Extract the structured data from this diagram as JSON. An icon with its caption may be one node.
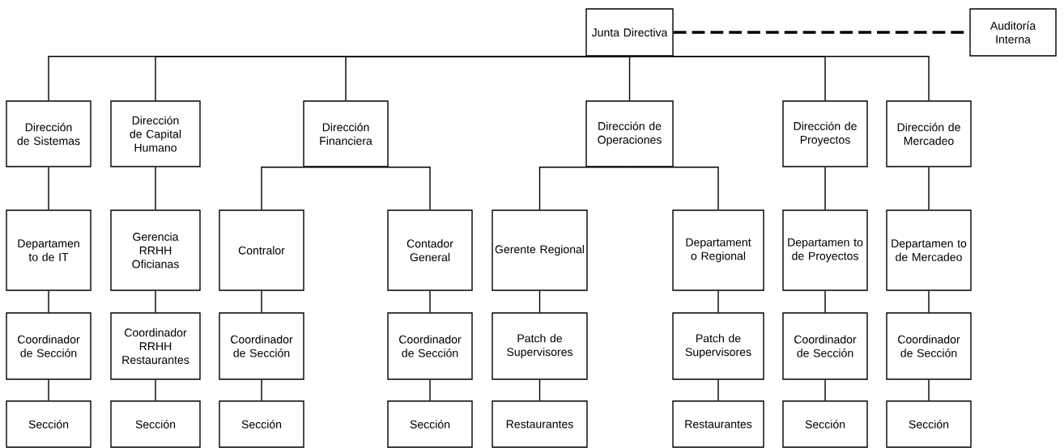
{
  "diagram": {
    "nodes": [
      {
        "text": [
          "Junta Directiva"
        ]
      },
      {
        "text": [
          "Auditoría Interna"
        ]
      },
      {
        "text": [
          "Dirección de Sistemas"
        ]
      },
      {
        "text": [
          "Dirección de Capital Humano"
        ]
      },
      {
        "text": [
          "Dirección Financiera"
        ]
      },
      {
        "text": [
          "Dirección de Operaciones"
        ]
      },
      {
        "text": [
          "Dirección de Proyectos"
        ]
      },
      {
        "text": [
          "Dirección de Mercadeo"
        ]
      },
      {
        "text": [
          "Departamen to de IT"
        ]
      },
      {
        "text": [
          "Gerencia RRHH Oficianas"
        ]
      },
      {
        "text": [
          "Contralor"
        ]
      },
      {
        "text": [
          "Contador General"
        ]
      },
      {
        "text": [
          "Gerente Regional"
        ]
      },
      {
        "text": [
          "Departament o Regional"
        ]
      },
      {
        "text": [
          "Departamen to de Proyectos"
        ]
      },
      {
        "text": [
          "Departamen to de Mercadeo"
        ]
      },
      {
        "text": [
          "Coordinador de Sección"
        ]
      },
      {
        "text": [
          "Coordinador RRHH Restaurantes"
        ]
      },
      {
        "text": [
          "Coordinador de Sección"
        ]
      },
      {
        "text": [
          "Coordinador de Sección"
        ]
      },
      {
        "text": [
          "Patch de Supervisores"
        ]
      },
      {
        "text": [
          "Patch de Supervisores"
        ]
      },
      {
        "text": [
          "Coordinador de Sección"
        ]
      },
      {
        "text": [
          "Coordinador de Sección"
        ]
      },
      {
        "text": [
          "Sección"
        ]
      },
      {
        "text": [
          "Sección"
        ]
      },
      {
        "text": [
          "Sección"
        ]
      },
      {
        "text": [
          "Sección"
        ]
      },
      {
        "text": [
          "Restaurantes"
        ]
      },
      {
        "text": [
          "Restaurantes"
        ]
      },
      {
        "text": [
          "Sección"
        ]
      },
      {
        "text": [
          "Sección"
        ]
      }
    ],
    "edges": [
      {
        "from": 0,
        "to": 1,
        "arrow": "none",
        "style": "dashed"
      },
      {
        "from": 0,
        "to": 2,
        "arrow": "none"
      },
      {
        "from": 0,
        "to": 3,
        "arrow": "none"
      },
      {
        "from": 0,
        "to": 4,
        "arrow": "none"
      },
      {
        "from": 0,
        "to": 5,
        "arrow": "none"
      },
      {
        "from": 0,
        "to": 6,
        "arrow": "none"
      },
      {
        "from": 0,
        "to": 7,
        "arrow": "none"
      },
      {
        "from": 2,
        "to": 8,
        "arrow": "none"
      },
      {
        "from": 3,
        "to": 9,
        "arrow": "none"
      },
      {
        "from": 4,
        "to": 10,
        "arrow": "none"
      },
      {
        "from": 4,
        "to": 11,
        "arrow": "none"
      },
      {
        "from": 5,
        "to": 12,
        "arrow": "none"
      },
      {
        "from": 5,
        "to": 13,
        "arrow": "none"
      },
      {
        "from": 6,
        "to": 14,
        "arrow": "none"
      },
      {
        "from": 7,
        "to": 15,
        "arrow": "none"
      },
      {
        "from": 8,
        "to": 16,
        "arrow": "none"
      },
      {
        "from": 9,
        "to": 17,
        "arrow": "none"
      },
      {
        "from": 10,
        "to": 18,
        "arrow": "none"
      },
      {
        "from": 11,
        "to": 19,
        "arrow": "none"
      },
      {
        "from": 12,
        "to": 20,
        "arrow": "none"
      },
      {
        "from": 13,
        "to": 21,
        "arrow": "none"
      },
      {
        "from": 14,
        "to": 22,
        "arrow": "none"
      },
      {
        "from": 15,
        "to": 23,
        "arrow": "none"
      },
      {
        "from": 16,
        "to": 24,
        "arrow": "none"
      },
      {
        "from": 17,
        "to": 25,
        "arrow": "none"
      },
      {
        "from": 18,
        "to": 26,
        "arrow": "none"
      },
      {
        "from": 19,
        "to": 27,
        "arrow": "none"
      },
      {
        "from": 20,
        "to": 28,
        "arrow": "none"
      },
      {
        "from": 21,
        "to": 29,
        "arrow": "none"
      },
      {
        "from": 22,
        "to": 30,
        "arrow": "none"
      },
      {
        "from": 23,
        "to": 31,
        "arrow": "none"
      }
    ]
  }
}
